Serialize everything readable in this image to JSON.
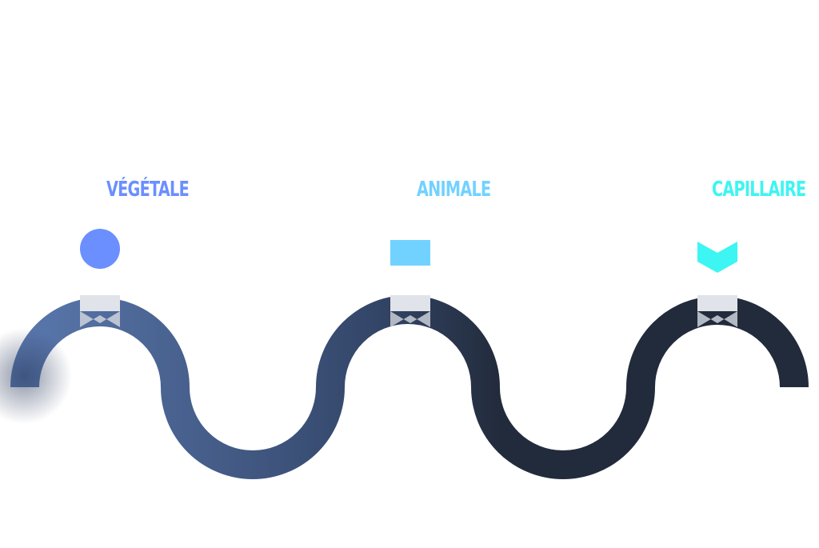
{
  "steps": [
    {
      "label": "VÉGÉTALE",
      "color": "#6B8FFF",
      "marker": "circle"
    },
    {
      "label": "ANIMALE",
      "color": "#72D2FF",
      "marker": "rectangle"
    },
    {
      "label": "CAPILLAIRE",
      "color": "#3DF5F2",
      "marker": "chevron"
    }
  ],
  "wave": {
    "gradient_start": "#5A78AE",
    "gradient_end": "#222B3B"
  }
}
